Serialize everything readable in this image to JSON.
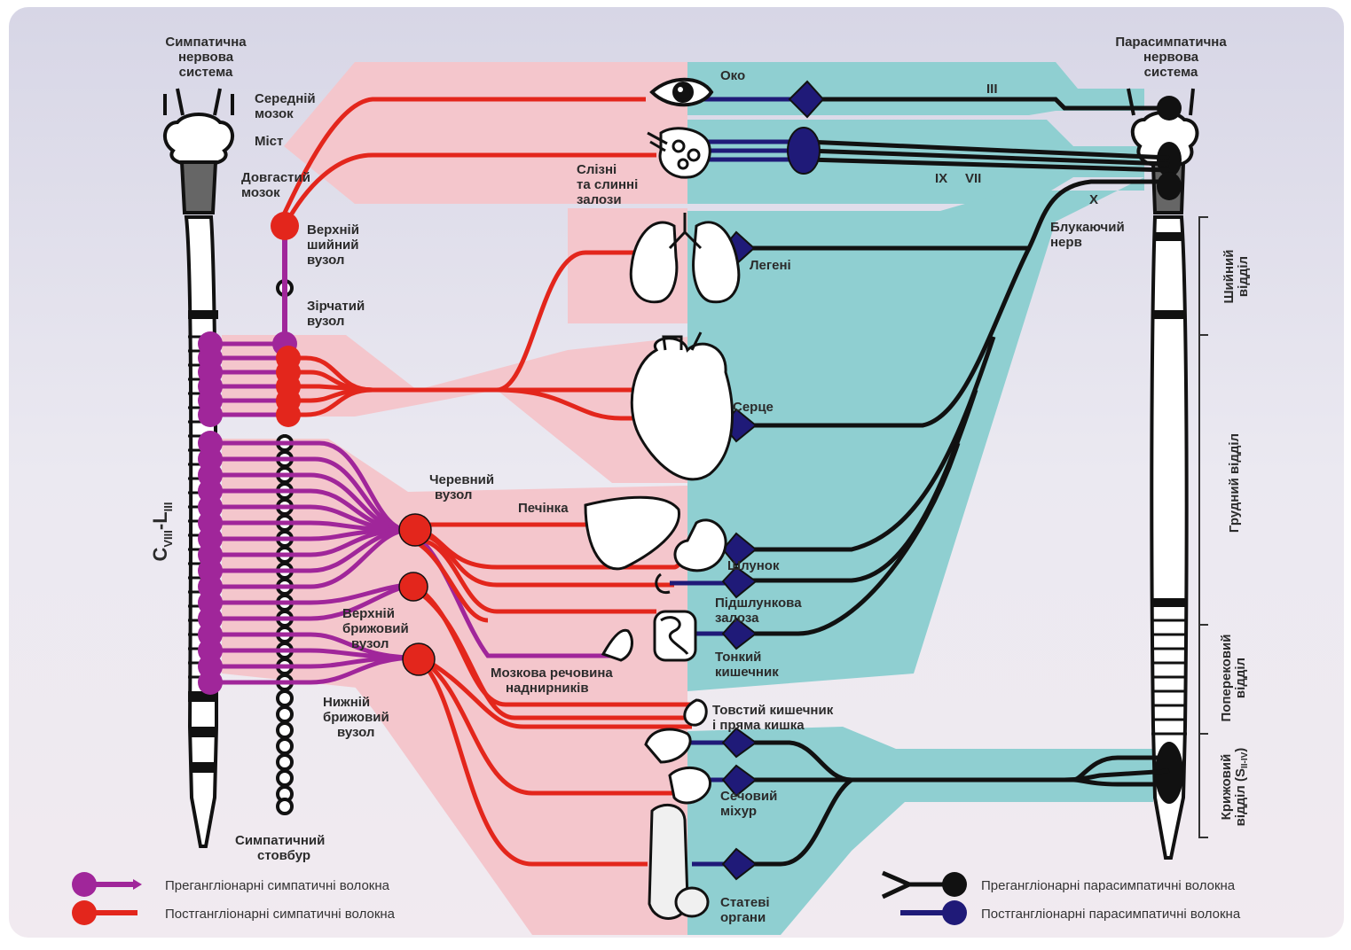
{
  "colors": {
    "pink": "#f4c6cc",
    "teal": "#8fcfd1",
    "red": "#e3261c",
    "magenta": "#a0269a",
    "navy": "#1f1a78",
    "black": "#111111"
  },
  "headers": {
    "symp_title": [
      "Симпатична",
      "нервова",
      "система"
    ],
    "para_title": [
      "Парасимпатична",
      "нервова",
      "система"
    ],
    "cvl": "C",
    "cvl_sub1": "VIII",
    "cvl_dash": "-L",
    "cvl_sub2": "III",
    "trunk": [
      "Симпатичний",
      "стовбур"
    ]
  },
  "brain": {
    "midbrain": [
      "Середній",
      "мозок"
    ],
    "pons": "Міст",
    "medulla": [
      "Довгастий",
      "мозок"
    ]
  },
  "ganglia": {
    "superior_cervical": [
      "Верхній",
      "шийний",
      "вузол"
    ],
    "stellate": [
      "Зірчатий",
      "вузол"
    ],
    "celiac": [
      "Черевний",
      "вузол"
    ],
    "sup_mesenteric": [
      "Верхній",
      "брижовий",
      "вузол"
    ],
    "inf_mesenteric": [
      "Нижній",
      "брижовий",
      "вузол"
    ]
  },
  "organs": {
    "eye": "Око",
    "glands": [
      "Слізні",
      "та слинні",
      "залози"
    ],
    "lungs": "Легені",
    "heart": "Серце",
    "liver": "Печінка",
    "stomach": "Шлунок",
    "pancreas": [
      "Підшлункова",
      "залоза"
    ],
    "small_int": [
      "Тонкий",
      "кишечник"
    ],
    "adrenal": [
      "Мозкова речовина",
      "наднирників"
    ],
    "large_int": [
      "Товстий кишечник",
      "і пряма кишка"
    ],
    "bladder": [
      "Сечовий",
      "міхур"
    ],
    "genitals": [
      "Статеві",
      "органи"
    ]
  },
  "nerves": {
    "III": "III",
    "IX": "IX",
    "VII": "VII",
    "X": "X",
    "vagus": [
      "Блукаючий",
      "нерв"
    ]
  },
  "sections": {
    "cervical": [
      "Шийний",
      "відділ"
    ],
    "thoracic": "Грудний відділ",
    "lumbar": [
      "Поперековий",
      "відділ"
    ],
    "sacral1": "Крижовий",
    "sacral2": "відділ (S",
    "sacral_sub": "II-IV",
    "sacral3": ")"
  },
  "legend": {
    "pre_symp": "Прегангліонарні симпатичні волокна",
    "post_symp": "Постгангліонарні симпатичні волокна",
    "pre_para": "Прегангліонарні парасимпатичні волокна",
    "post_para": "Постгангліонарні парасимпатичні волокна"
  }
}
